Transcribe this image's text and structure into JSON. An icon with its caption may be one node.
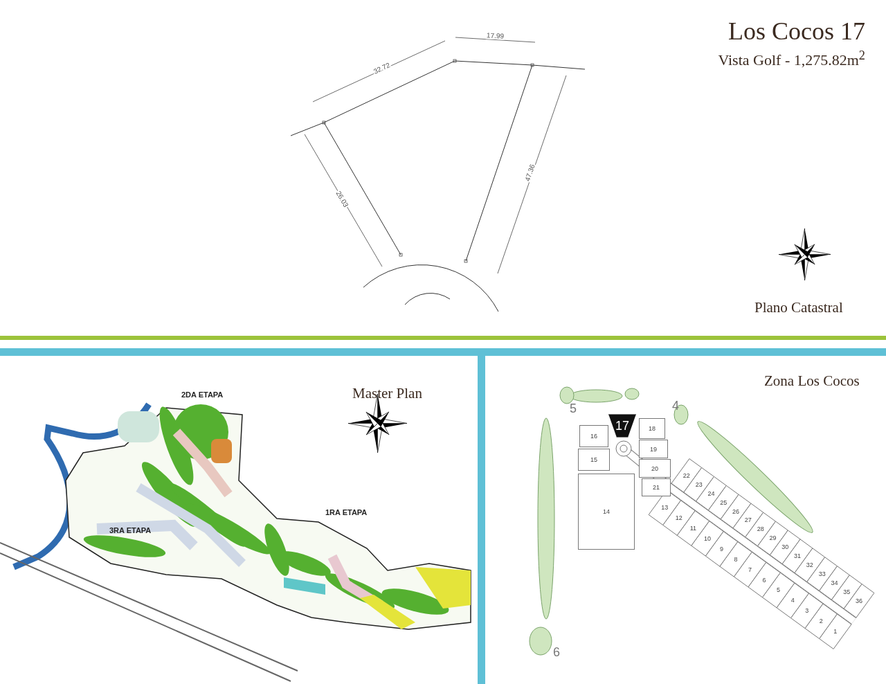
{
  "diagram": {
    "title": "Los Cocos 17",
    "nodes": [
      {
        "text": [
          "Plano Catastral"
        ]
      },
      {
        "text": [
          "Master Plan"
        ]
      },
      {
        "text": [
          "Zona Los Cocos"
        ]
      },
      {
        "text": [
          "1"
        ],
        "in": 2
      },
      {
        "text": [
          "2"
        ],
        "in": 2
      },
      {
        "text": [
          "3"
        ],
        "in": 2
      },
      {
        "text": [
          "4"
        ],
        "in": 2
      },
      {
        "text": [
          "5"
        ],
        "in": 2
      },
      {
        "text": [
          "6"
        ],
        "in": 2
      },
      {
        "text": [
          "7"
        ],
        "in": 2
      },
      {
        "text": [
          "8"
        ],
        "in": 2
      },
      {
        "text": [
          "9"
        ],
        "in": 2
      },
      {
        "text": [
          "10"
        ],
        "in": 2
      },
      {
        "text": [
          "11"
        ],
        "in": 2
      },
      {
        "text": [
          "12"
        ],
        "in": 2
      },
      {
        "text": [
          "13"
        ],
        "in": 2
      },
      {
        "text": [
          "14"
        ],
        "in": 2
      },
      {
        "text": [
          "15"
        ],
        "in": 2
      },
      {
        "text": [
          "16"
        ],
        "in": 2
      },
      {
        "text": [
          "17"
        ],
        "in": 2
      },
      {
        "text": [
          "18"
        ],
        "in": 2
      },
      {
        "text": [
          "19"
        ],
        "in": 2
      },
      {
        "text": [
          "20"
        ],
        "in": 2
      },
      {
        "text": [
          "21"
        ],
        "in": 2
      },
      {
        "text": [
          "22"
        ],
        "in": 2
      },
      {
        "text": [
          "23"
        ],
        "in": 2
      },
      {
        "text": [
          "24"
        ],
        "in": 2
      },
      {
        "text": [
          "25"
        ],
        "in": 2
      },
      {
        "text": [
          "26"
        ],
        "in": 2
      },
      {
        "text": [
          "27"
        ],
        "in": 2
      },
      {
        "text": [
          "28"
        ],
        "in": 2
      },
      {
        "text": [
          "29"
        ],
        "in": 2
      },
      {
        "text": [
          "30"
        ],
        "in": 2
      },
      {
        "text": [
          "31"
        ],
        "in": 2
      },
      {
        "text": [
          "32"
        ],
        "in": 2
      },
      {
        "text": [
          "33"
        ],
        "in": 2
      },
      {
        "text": [
          "34"
        ],
        "in": 2
      },
      {
        "text": [
          "35"
        ],
        "in": 2
      },
      {
        "text": [
          "36"
        ],
        "in": 2
      }
    ],
    "labels": [
      "Vista Golf - 1,275.82m$^{2}$",
      "17.99",
      "32.72",
      "47.36",
      "26.03",
      "5",
      "4",
      "2DA ETAPA",
      "3RA ETAPA",
      "1RA ETAPA",
      "6"
    ]
  }
}
